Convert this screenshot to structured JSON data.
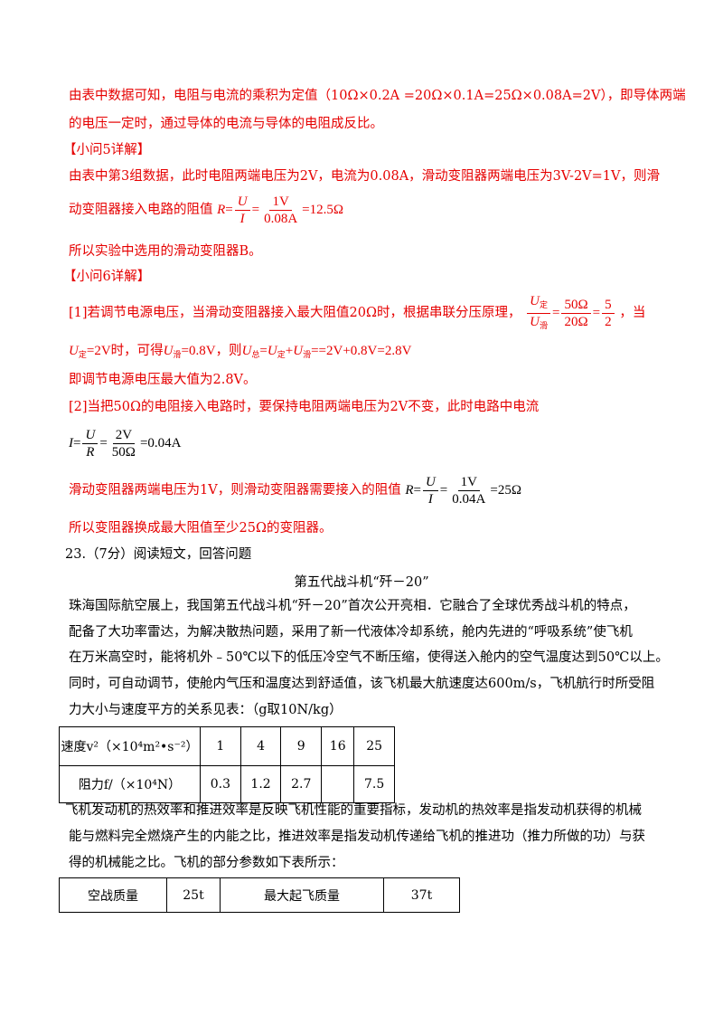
{
  "p1_l1": "由表中数据可知，电阻与电流的乘积为定值（10Ω×0.2A =20Ω×0.1A=25Ω×0.08A=2V），即导体两端",
  "p1_l2": "的电压一定时，通过导体的电流与导体的电阻成反比。",
  "q5_header": "【小问5详解】",
  "q5_l1": "由表中第3组数据，此时电阻两端电压为2V，电流为0.08A，滑动变阻器两端电压为3V-2V=1V，则滑",
  "q5_l2_text": "动变阻器接入电路的阻值",
  "q5_R": "R",
  "q5_U": "U",
  "q5_I": "I",
  "q5_num": "1V",
  "q5_den": "0.08A",
  "q5_result": "=12.5Ω",
  "q5_l3": "所以实验中选用的滑动变阻器B。",
  "q6_header": "【小问6详解】",
  "q6_l1_text": "[1]若调节电源电压，当滑动变阻器接入最大阻值20Ω时，根据串联分压原理，",
  "q6_U": "U",
  "q6_sub_ding": "定",
  "q6_sub_hua": "滑",
  "q6_sub_zong": "总",
  "q6_f2_num": "50Ω",
  "q6_f2_den": "20Ω",
  "q6_f3_num": "5",
  "q6_f3_den": "2",
  "q6_dang": "，当",
  "q6_l2_a": "=2V",
  "q6_l2_b": "时，可得",
  "q6_l2_c": "=0.8V",
  "q6_l2_d": "，则",
  "q6_l2_e": "=2V+0.8V=2.8V",
  "q6_l3": "即调节电源电压最大值为2.8V。",
  "q6_l4": "[2]当把50Ω的电阻接入电路时，要保持电阻两端电压为2V不变，此时电路中电流",
  "q6_f_I": "I",
  "q6_f_R": "R",
  "q6_f4_num": "2V",
  "q6_f4_den": "50Ω",
  "q6_f4_res": "=0.04A",
  "q6_l6_text": "滑动变阻器两端电压为1V，则滑动变阻器需要接入的阻值",
  "q6_f5_num": "1V",
  "q6_f5_den": "0.04A",
  "q6_f5_res": "=25Ω",
  "q6_l7": "所以变阻器换成最大阻值至少25Ω的变阻器。",
  "q23_head": "23.（7分）阅读短文，回答问题",
  "article_title": "第五代战斗机“歼－20”",
  "art_l1": "珠海国际航空展上，我国第五代战斗机“歼－20”首次公开亮相．它融合了全球优秀战斗机的特点，",
  "art_l2": "配备了大功率雷达，为解决散热问题，采用了新一代液体冷却系统，舱内先进的“呼吸系统”使飞机",
  "art_l3": "在万米高空时，能将机外﹣50℃以下的低压冷空气不断压缩，使得送入舱内的空气温度达到50℃以上。",
  "art_l4": "同时，可自动调节，使舱内气压和温度达到舒适值，该飞机最大航速度达600m/s，飞机航行时所受阻",
  "art_l5": "力大小与速度平方的关系见表：（g取10N/kg）",
  "table1": {
    "row1_label": "速度v²（×10⁴m²•s⁻²）",
    "row1": [
      "1",
      "4",
      "9",
      "16",
      "25"
    ],
    "row2_label": "阻力f/（×10⁴N）",
    "row2": [
      "0.3",
      "1.2",
      "2.7",
      "",
      "7.5"
    ]
  },
  "art2_l1": "飞机发动机的热效率和推进效率是反映飞机性能的重要指标，发动机的热效率是指发动机获得的机械",
  "art2_l2": "能与燃料完全燃烧产生的内能之比，推进效率是指发动机传递给飞机的推进功（推力所做的功）与获",
  "art2_l3": "得的机械能之比。飞机的部分参数如下表所示：",
  "table2": {
    "c1": "空战质量",
    "c2": "25t",
    "c3": "最大起飞质量",
    "c4": "37t"
  },
  "colors": {
    "answer": "#e60000",
    "text": "#000000"
  }
}
